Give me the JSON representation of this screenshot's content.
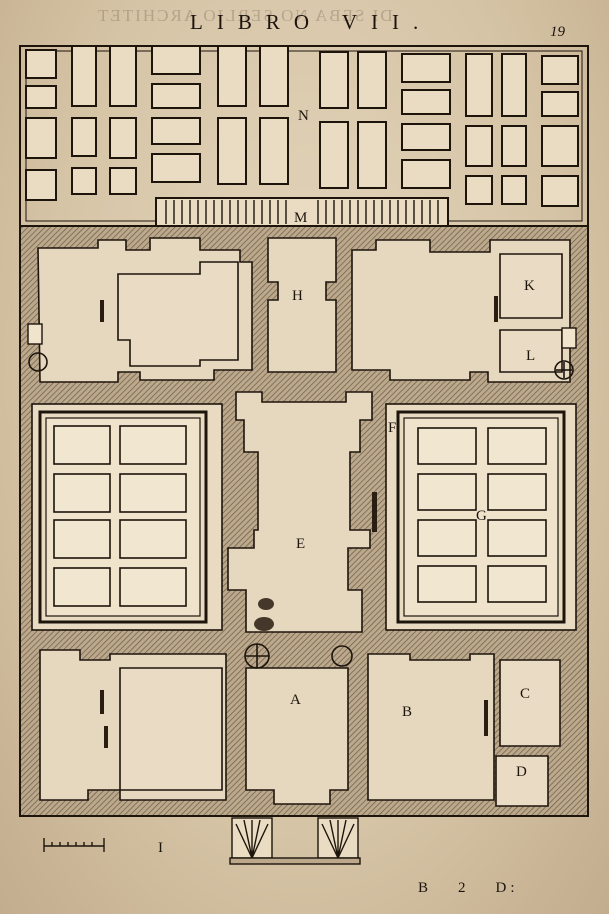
{
  "header": {
    "bleed_text": "DI SEBA NO SERLIO ARCHITET",
    "running_title": "LIBRO VII.",
    "folio": "19"
  },
  "plan": {
    "labels": {
      "N": "N",
      "M": "M",
      "H": "H",
      "K": "K",
      "L": "L",
      "F": "F",
      "G": "G",
      "E": "E",
      "A": "A",
      "B": "B",
      "C": "C",
      "D": "D"
    },
    "scale_number": "I"
  },
  "signature": {
    "mark": "B",
    "number": "2",
    "catchword": "D:"
  },
  "colors": {
    "paper": "#e4d6bd",
    "ink": "#1d140c",
    "hatch": "#6b5a48"
  }
}
